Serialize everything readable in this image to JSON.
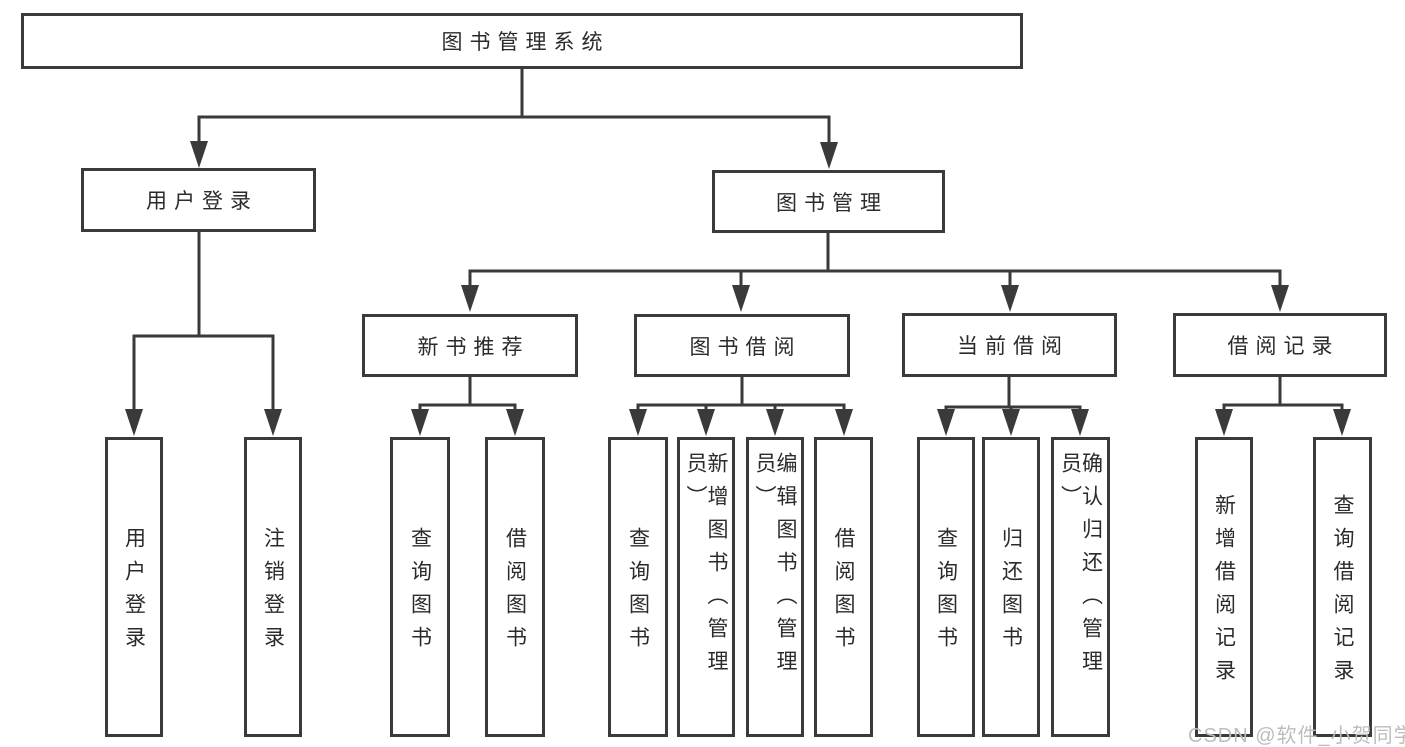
{
  "tree": {
    "root": {
      "label": "图书管理系统"
    },
    "branches": [
      {
        "label": "用户登录",
        "leaves": [
          "用户登录",
          "注销登录"
        ]
      },
      {
        "label": "图书管理",
        "groups": [
          {
            "label": "新书推荐",
            "leaves": [
              "查询图书",
              "借阅图书"
            ]
          },
          {
            "label": "图书借阅",
            "leaves": [
              "查询图书",
              "新增图书（管理员）",
              "编辑图书（管理员）",
              "借阅图书"
            ]
          },
          {
            "label": "当前借阅",
            "leaves": [
              "查询图书",
              "归还图书",
              "确认归还（管理员）"
            ]
          },
          {
            "label": "借阅记录",
            "leaves": [
              "新增借阅记录",
              "查询借阅记录"
            ]
          }
        ]
      }
    ]
  },
  "watermark": "CSDN @软件_小贺同学",
  "colors": {
    "line": "#3a3a3a",
    "text": "#2b2b2b",
    "watermark_text": "#bdbdbd",
    "background": "#ffffff"
  }
}
